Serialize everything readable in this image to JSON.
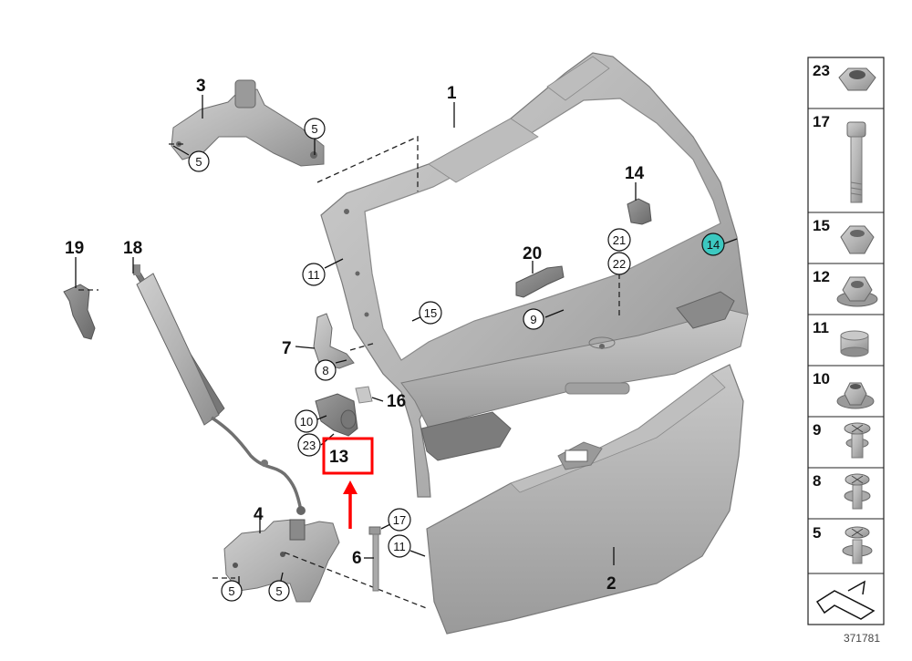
{
  "diagram": {
    "callouts": [
      {
        "id": "c1",
        "text": "1"
      },
      {
        "id": "c2",
        "text": "2"
      },
      {
        "id": "c3",
        "text": "3"
      },
      {
        "id": "c4",
        "text": "4"
      },
      {
        "id": "c6",
        "text": "6"
      },
      {
        "id": "c7",
        "text": "7"
      },
      {
        "id": "c13",
        "text": "13"
      },
      {
        "id": "c14",
        "text": "14"
      },
      {
        "id": "c16",
        "text": "16"
      },
      {
        "id": "c18",
        "text": "18"
      },
      {
        "id": "c19",
        "text": "19"
      },
      {
        "id": "c20",
        "text": "20"
      }
    ],
    "circled": [
      {
        "id": "cc5a",
        "text": "5"
      },
      {
        "id": "cc5b",
        "text": "5"
      },
      {
        "id": "cc5c",
        "text": "5"
      },
      {
        "id": "cc5d",
        "text": "5"
      },
      {
        "id": "cc8",
        "text": "8"
      },
      {
        "id": "cc9",
        "text": "9"
      },
      {
        "id": "cc10",
        "text": "10"
      },
      {
        "id": "cc11a",
        "text": "11"
      },
      {
        "id": "cc11b",
        "text": "11"
      },
      {
        "id": "cc14",
        "text": "14"
      },
      {
        "id": "cc15",
        "text": "15"
      },
      {
        "id": "cc17",
        "text": "17"
      },
      {
        "id": "cc21",
        "text": "21"
      },
      {
        "id": "cc22",
        "text": "22"
      },
      {
        "id": "cc23",
        "text": "23"
      }
    ],
    "highlight_label": "13",
    "highlight_color": "#ff0000",
    "callout_highlight_color": "#3cc8c0",
    "part_color": "#a9a9a9"
  },
  "parts_panel": {
    "items": [
      {
        "number": "23",
        "part": "nut-icon"
      },
      {
        "number": "17",
        "part": "bolt-icon"
      },
      {
        "number": "15",
        "part": "nut-icon"
      },
      {
        "number": "12",
        "part": "nut-icon"
      },
      {
        "number": "11",
        "part": "cap-icon"
      },
      {
        "number": "10",
        "part": "clip-nut-icon"
      },
      {
        "number": "9",
        "part": "screw-icon"
      },
      {
        "number": "8",
        "part": "screw-icon"
      },
      {
        "number": "5",
        "part": "screw-icon"
      }
    ],
    "footer_icon": "arrow-sheet-icon",
    "diagram_number": "371781"
  }
}
